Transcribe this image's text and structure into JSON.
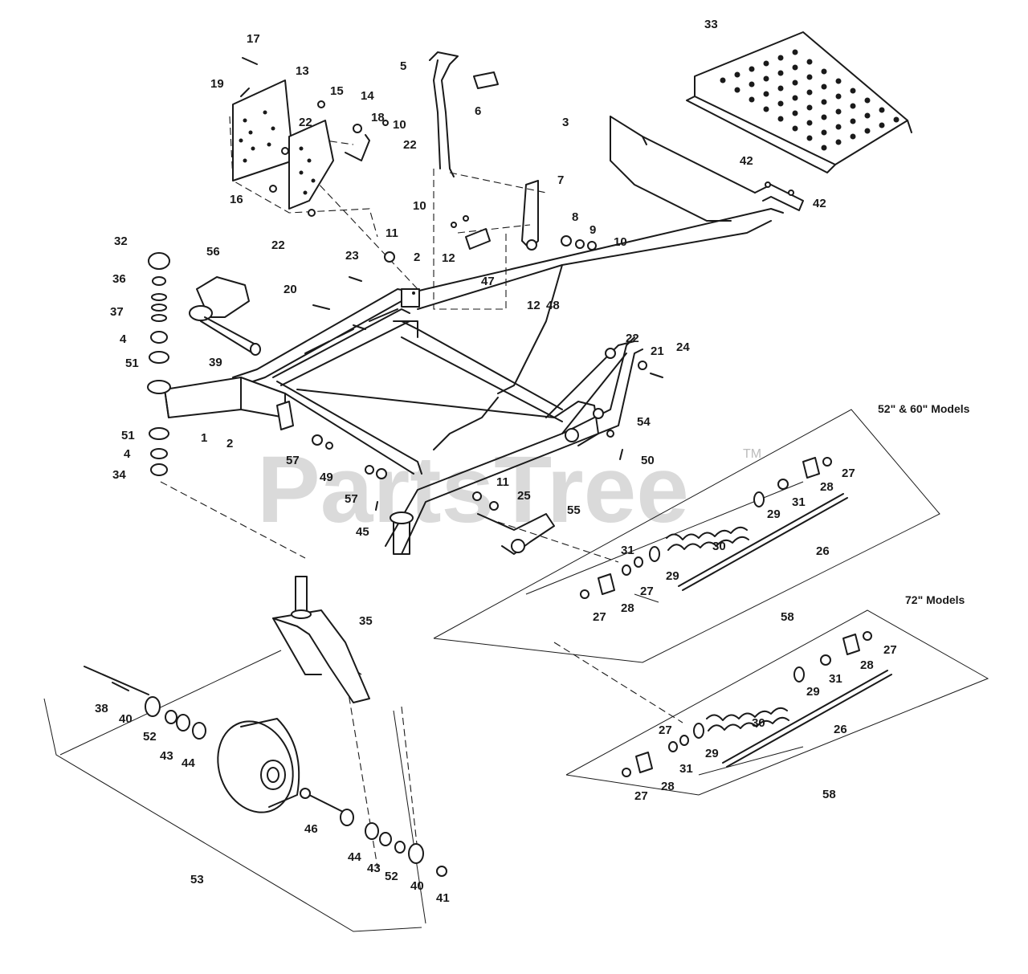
{
  "watermark": {
    "text": "PartsTree",
    "trademark": "TM"
  },
  "notes": {
    "models_52_60": "52\" & 60\" Models",
    "models_72": "72\" Models"
  },
  "callouts": [
    "17",
    "13",
    "19",
    "15",
    "14",
    "22",
    "18",
    "10",
    "22",
    "16",
    "22",
    "5",
    "6",
    "3",
    "33",
    "7",
    "10",
    "8",
    "9",
    "10",
    "42",
    "42",
    "11",
    "2",
    "12",
    "47",
    "12",
    "48",
    "23",
    "32",
    "56",
    "36",
    "20",
    "37",
    "4",
    "51",
    "39",
    "22",
    "21",
    "24",
    "1",
    "2",
    "51",
    "4",
    "34",
    "57",
    "49",
    "57",
    "45",
    "11",
    "25",
    "55",
    "54",
    "50",
    "27",
    "28",
    "31",
    "29",
    "30",
    "26",
    "31",
    "27",
    "29",
    "28",
    "27",
    "58",
    "35",
    "38",
    "40",
    "52",
    "43",
    "44",
    "46",
    "44",
    "43",
    "52",
    "40",
    "41",
    "53",
    "27",
    "28",
    "31",
    "29",
    "30",
    "26",
    "27",
    "31",
    "29",
    "28",
    "27",
    "58"
  ]
}
